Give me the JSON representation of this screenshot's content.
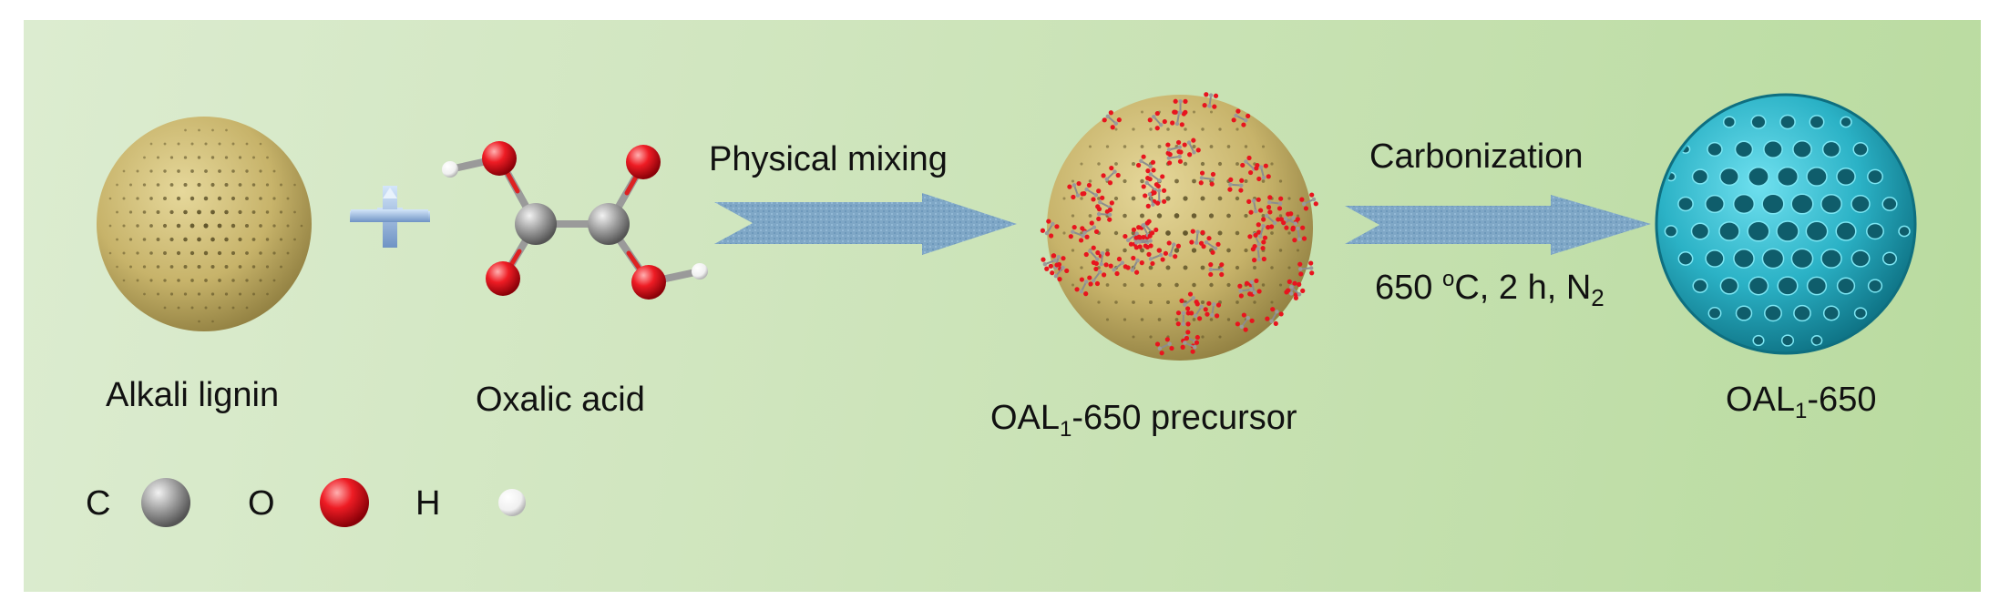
{
  "labels": {
    "alkali_lignin": "Alkali lignin",
    "oxalic_acid": "Oxalic acid",
    "physical_mixing": "Physical mixing",
    "carbonization": "Carbonization",
    "conditions_main": "650 ",
    "conditions_deg": "o",
    "conditions_mid": "C, 2 h, N",
    "conditions_sub": "2",
    "precursor_pre": "OAL",
    "precursor_sub": "1",
    "precursor_post": "-650 precursor",
    "product_pre": "OAL",
    "product_sub": "1",
    "product_post": "-650"
  },
  "legend": {
    "carbon": "C",
    "oxygen": "O",
    "hydrogen": "H"
  },
  "colors": {
    "carbon": "#8f8f8f",
    "oxygen": "#e8141e",
    "hydrogen": "#ffffff",
    "lignin": "#c9b66e",
    "product": "#29aec2",
    "arrow": "#7ea8c8"
  }
}
